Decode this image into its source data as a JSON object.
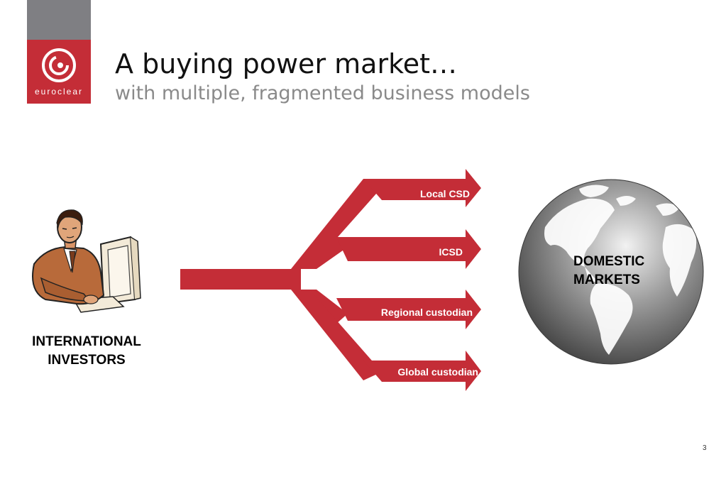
{
  "slide": {
    "title": "A buying power market…",
    "subtitle": "with multiple, fragmented business models",
    "page_number": "3"
  },
  "logo": {
    "word": "euroclear",
    "icon": "euroclear-spiral-icon",
    "colors": {
      "top": "#7f7f83",
      "box": "#c42d37"
    }
  },
  "investors": {
    "label_line1": "INTERNATIONAL",
    "label_line2": "INVESTORS",
    "icon": "businessman-at-computer-icon"
  },
  "channels": [
    {
      "label": "Local CSD"
    },
    {
      "label": "ICSD"
    },
    {
      "label": "Regional custodian"
    },
    {
      "label": "Global custodian"
    }
  ],
  "markets": {
    "label_line1": "DOMESTIC",
    "label_line2": "MARKETS",
    "icon": "globe-icon"
  },
  "colors": {
    "accent": "#c42d37",
    "arrow_text": "#ffffff"
  }
}
